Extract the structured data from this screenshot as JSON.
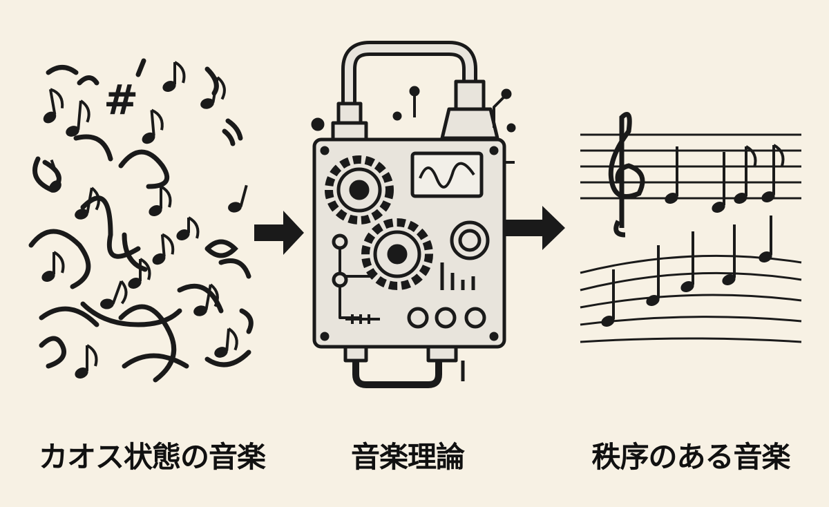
{
  "colors": {
    "background": "#f7f1e4",
    "ink": "#1a1a1a",
    "machine_fill": "#e8e4dc"
  },
  "stages": [
    {
      "label": "カオス状態の音楽",
      "icon": "chaotic-notes-icon"
    },
    {
      "label": "音楽理論",
      "icon": "theory-machine-icon"
    },
    {
      "label": "秩序のある音楽",
      "icon": "ordered-staff-icon"
    }
  ],
  "arrows": [
    "arrow-right-icon",
    "arrow-right-icon"
  ]
}
